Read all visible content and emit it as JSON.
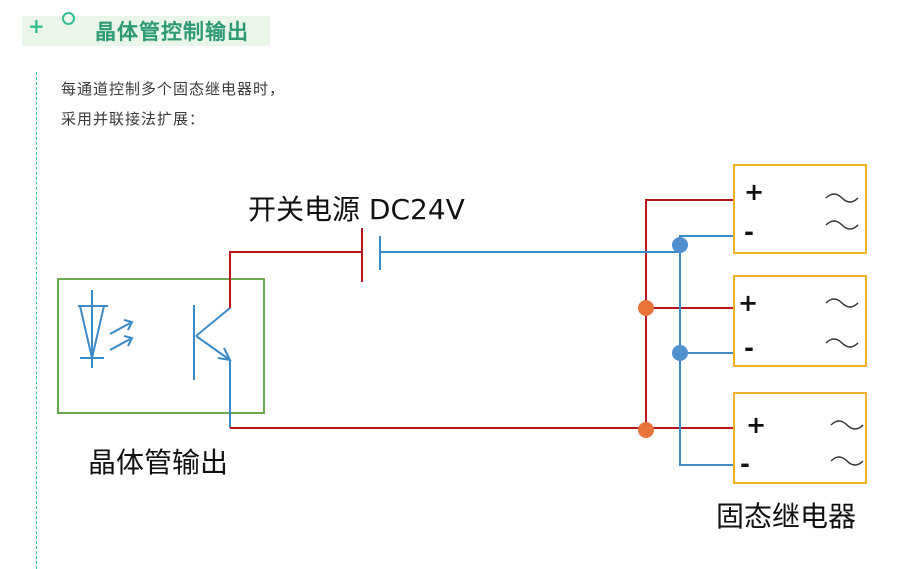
{
  "header": {
    "title": "晶体管控制输出",
    "plus": "+"
  },
  "description": [
    "每通道控制多个固态继电器时，",
    "采用并联接法扩展："
  ],
  "diagram": {
    "power_label": "开关电源 DC24V",
    "output_label": "晶体管输出",
    "relay_label": "固态继电器",
    "relays": [
      {
        "plus": "+",
        "minus": "-"
      },
      {
        "plus": "+",
        "minus": "-"
      },
      {
        "plus": "+",
        "minus": "-"
      }
    ],
    "colors": {
      "positive": "#b8161e",
      "negative": "#3c8ac6",
      "box": "#f0b128",
      "output_box": "#6aa84f",
      "node_red": "#e8743b",
      "node_blue": "#4f8fcf"
    }
  }
}
